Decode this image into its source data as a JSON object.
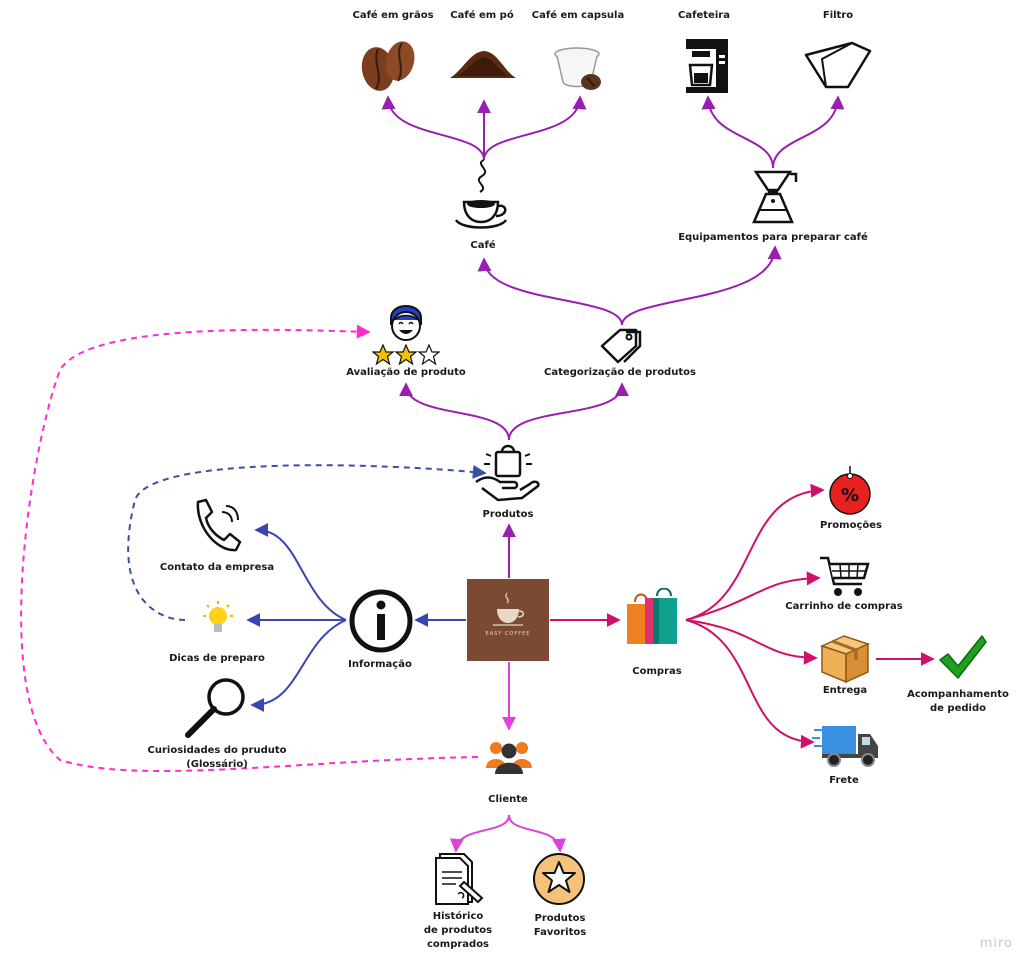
{
  "nodes": {
    "cafe_graos": "Café em grãos",
    "cafe_po": "Café em pó",
    "cafe_capsula": "Café em capsula",
    "cafeteira": "Cafeteira",
    "filtro": "Filtro",
    "cafe": "Café",
    "equipamentos": "Equipamentos para preparar café",
    "avaliacao": "Avaliação de produto",
    "categorizacao": "Categorização de produtos",
    "produtos": "Produtos",
    "contato": "Contato da empresa",
    "dicas": "Dicas de preparo",
    "curiosidades_1": "Curiosidades do pruduto",
    "curiosidades_2": "(Glossário)",
    "informacao": "Informação",
    "compras": "Compras",
    "promocoes": "Promoções",
    "carrinho": "Carrinho de compras",
    "entrega": "Entrega",
    "acompanhamento_1": "Acompanhamento",
    "acompanhamento_2": "de pedido",
    "frete": "Frete",
    "cliente": "Cliente",
    "historico_1": "Histórico",
    "historico_2": "de produtos",
    "historico_3": "comprados",
    "favoritos_1": "Produtos",
    "favoritos_2": "Favoritos"
  },
  "logo_text": "EASY COFFEE",
  "watermark": "miro",
  "colors": {
    "purple": "#9a1fb0",
    "blue": "#3a45b0",
    "crimson": "#d0106a",
    "magenta": "#e040e0",
    "pink_dashed": "#ff2ad0",
    "blue_dashed": "#3a4fa8",
    "logo_bg": "#7a4a33"
  },
  "icons": [
    "coffee-beans-icon",
    "ground-coffee-icon",
    "coffee-capsule-icon",
    "coffee-machine-icon",
    "coffee-filter-icon",
    "coffee-cup-icon",
    "pour-over-icon",
    "smiley-face-icon",
    "star-rating-icon",
    "tag-icon",
    "product-hand-icon",
    "phone-icon",
    "lightbulb-icon",
    "magnifier-icon",
    "info-icon",
    "shopping-bags-icon",
    "discount-tag-icon",
    "cart-icon",
    "box-icon",
    "checkmark-icon",
    "truck-icon",
    "users-icon",
    "document-icon",
    "star-badge-icon"
  ]
}
